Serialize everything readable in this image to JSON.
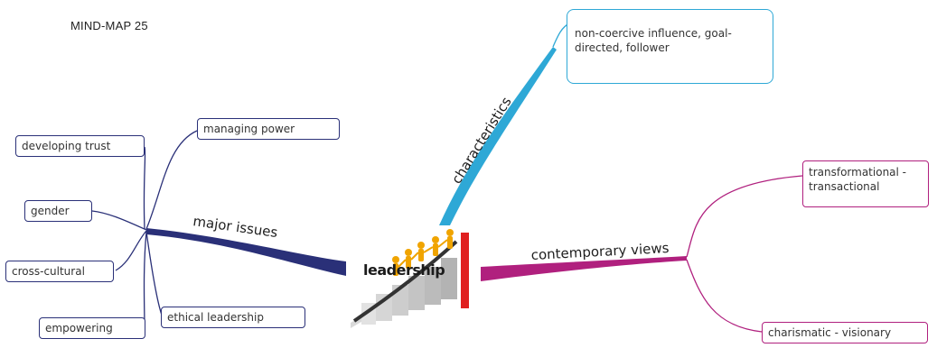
{
  "title": "MIND-MAP 25",
  "center": {
    "label": "leadership",
    "image_icon": "people-climbing-staircase-icon"
  },
  "branches": {
    "major_issues": {
      "label": "major issues",
      "color": "#2a3078",
      "left_leaves": [
        "developing trust",
        "gender",
        "cross-cultural",
        "empowering"
      ],
      "right_leaves": [
        "managing power",
        "ethical leadership"
      ]
    },
    "characteristics": {
      "label": "characteristics",
      "color": "#2ea8d6",
      "leaves": [
        "non-coercive influence, goal-directed, follower"
      ]
    },
    "contemporary_views": {
      "label": "contemporary views",
      "color": "#b0207e",
      "leaves": [
        "transformational - transactional",
        "charismatic - visionary"
      ]
    }
  }
}
